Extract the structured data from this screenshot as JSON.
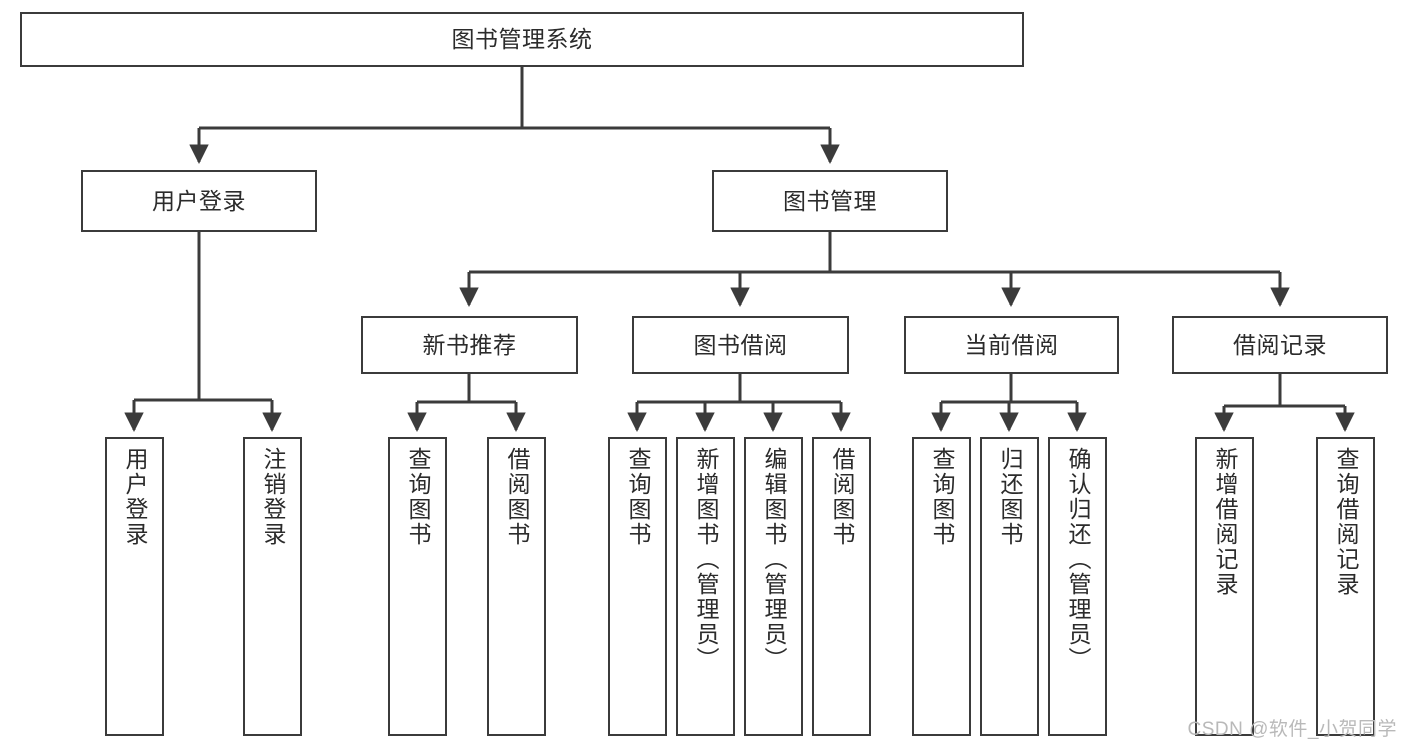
{
  "diagram": {
    "title": "图书管理系统",
    "type": "tree-hierarchy-diagram",
    "colors": {
      "stroke": "#3b3b3b",
      "fill": "#ffffff",
      "text": "#2b2b2b",
      "watermark": "#b9b9b9"
    },
    "root": {
      "label": "图书管理系统"
    },
    "level2": [
      {
        "label": "用户登录"
      },
      {
        "label": "图书管理"
      }
    ],
    "level3": [
      {
        "label": "新书推荐"
      },
      {
        "label": "图书借阅"
      },
      {
        "label": "当前借阅"
      },
      {
        "label": "借阅记录"
      }
    ],
    "leaves": {
      "user_login": [
        {
          "label": "用户登录"
        },
        {
          "label": "注销登录"
        }
      ],
      "new_book_recommend": [
        {
          "label": "查询图书"
        },
        {
          "label": "借阅图书"
        }
      ],
      "book_borrow": [
        {
          "label": "查询图书"
        },
        {
          "label": "新增图书（管理员）"
        },
        {
          "label": "编辑图书（管理员）"
        },
        {
          "label": "借阅图书"
        }
      ],
      "current_borrow": [
        {
          "label": "查询图书"
        },
        {
          "label": "归还图书"
        },
        {
          "label": "确认归还（管理员）"
        }
      ],
      "borrow_record": [
        {
          "label": "新增借阅记录"
        },
        {
          "label": "查询借阅记录"
        }
      ]
    }
  },
  "watermark": {
    "text": "CSDN @软件_小贺同学"
  }
}
